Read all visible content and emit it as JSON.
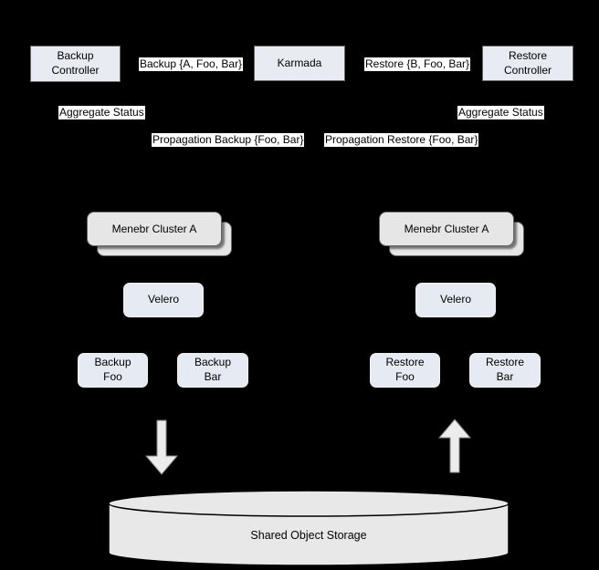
{
  "colors": {
    "background": "#000000",
    "controller_box_fill": "#e8ebf2",
    "controller_box_border": "#666666",
    "rounded_box_fill": "#e6eaf2",
    "rounded_box_border": "#f0f0f0",
    "cluster_card_fill": "#e6e6e6",
    "cluster_card_border": "#666666",
    "edge_label_bg": "#ffffff",
    "edge_label_text": "#000000",
    "arrow_fill": "#ececec",
    "cylinder_fill": "#e8e8e8",
    "cylinder_stroke": "#000000"
  },
  "top_row": {
    "backup_controller": "Backup Controller",
    "backup_edge_label": "Backup {A, Foo, Bar}",
    "karmada": "Karmada",
    "restore_edge_label": "Restore {B, Foo, Bar}",
    "restore_controller": "Restore Controller"
  },
  "edge_labels": {
    "aggregate_status_left": "Aggregate Status",
    "aggregate_status_right": "Aggregate Status",
    "propagation_backup": "Propagation Backup {Foo, Bar}",
    "propagation_restore": "Propagation Restore {Foo, Bar}"
  },
  "clusters": {
    "left": {
      "title": "Menebr Cluster A",
      "velero": "Velero",
      "resources": [
        {
          "label": "Backup Foo"
        },
        {
          "label": "Backup Bar"
        }
      ]
    },
    "right": {
      "title": "Menebr Cluster A",
      "velero": "Velero",
      "resources": [
        {
          "label": "Restore Foo"
        },
        {
          "label": "Restore Bar"
        }
      ]
    }
  },
  "storage": {
    "label": "Shared Object Storage"
  }
}
